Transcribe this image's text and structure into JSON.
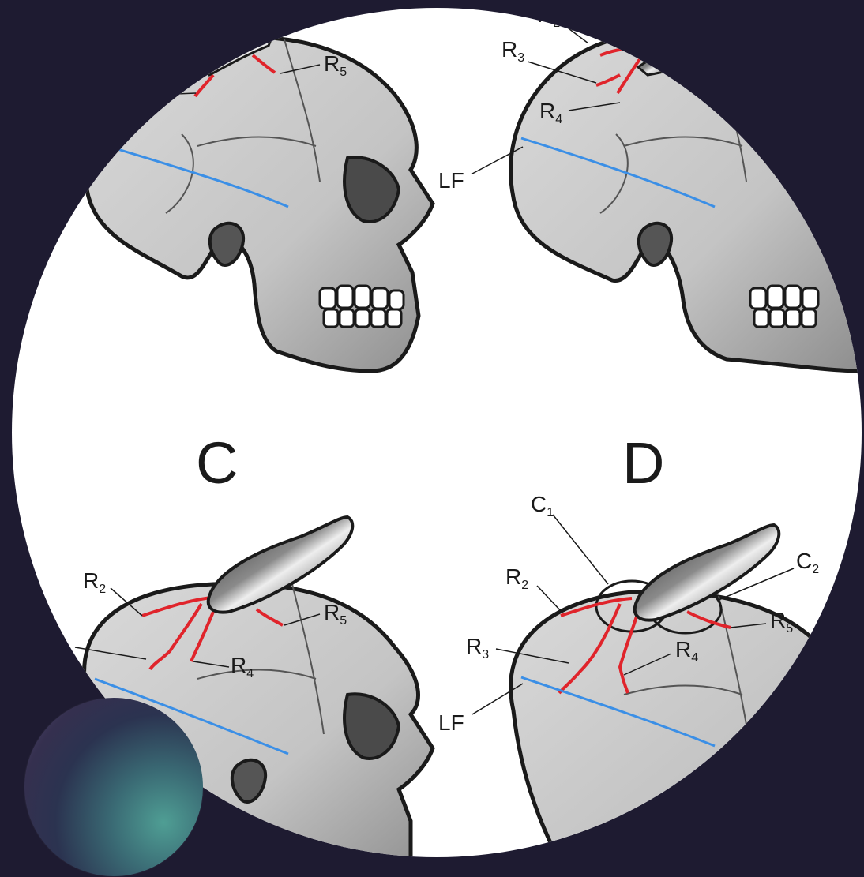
{
  "panels": {
    "c": {
      "letter": "C"
    },
    "d": {
      "letter": "D"
    }
  },
  "labels": {
    "r2": "R",
    "r2_sub": "2",
    "r3": "R",
    "r3_sub": "3",
    "r4": "R",
    "r4_sub": "4",
    "r5": "R",
    "r5_sub": "5",
    "lf": "LF",
    "c1": "C",
    "c1_sub": "1",
    "c2": "C",
    "c2_sub": "2"
  },
  "colors": {
    "background": "#1e1b31",
    "circle": "#ffffff",
    "bone": "#cfcfcf",
    "bone_shadow": "#9a9a9a",
    "outline": "#1a1a1a",
    "fracture": "#e0242b",
    "fissure": "#3b8fe6"
  }
}
